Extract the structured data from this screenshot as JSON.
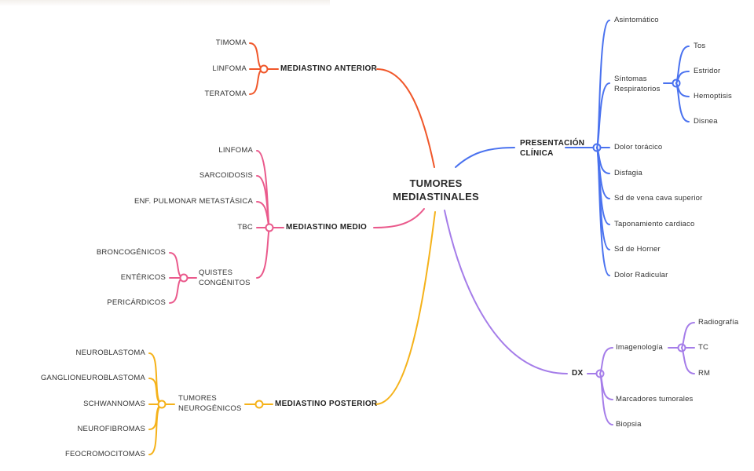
{
  "root": {
    "line1": "TUMORES",
    "line2": "MEDIASTINALES"
  },
  "colors": {
    "anterior": "#f0572a",
    "medio": "#ea5a8c",
    "posterior": "#f5b21a",
    "clinica": "#4a72ef",
    "dx": "#a57de9"
  },
  "anterior": {
    "label": "MEDIASTINO ANTERIOR",
    "items": [
      "TIMOMA",
      "LINFOMA",
      "TERATOMA"
    ]
  },
  "medio": {
    "label": "MEDIASTINO MEDIO",
    "items": [
      "LINFOMA",
      "SARCOIDOSIS",
      "ENF. PULMONAR METASTÁSICA",
      "TBC"
    ],
    "quistes": {
      "line1": "QUISTES",
      "line2": "CONGÉNITOS",
      "items": [
        "BRONCOGÉNICOS",
        "ENTÉRICOS",
        "PERICÁRDICOS"
      ]
    }
  },
  "posterior": {
    "label": "MEDIASTINO POSTERIOR",
    "neuro": {
      "line1": "TUMORES",
      "line2": "NEUROGÉNICOS",
      "items": [
        "NEUROBLASTOMA",
        "GANGLIONEUROBLASTOMA",
        "SCHWANNOMAS",
        "NEUROFIBROMAS",
        "FEOCROMOCITOMAS"
      ]
    }
  },
  "clinica": {
    "line1": "PRESENTACIÓN",
    "line2": "CLÍNICA",
    "items": [
      "Asintomático",
      "Dolor torácico",
      "Disfagia",
      "Sd de vena cava superior",
      "Taponamiento cardiaco",
      "Sd de Horner",
      "Dolor Radicular"
    ],
    "respiratorios": {
      "line1": "Síntomas",
      "line2": "Respiratorios",
      "items": [
        "Tos",
        "Estridor",
        "Hemoptisis",
        "Disnea"
      ]
    }
  },
  "dx": {
    "label": "DX",
    "items": [
      "Marcadores tumorales",
      "Biopsia"
    ],
    "imagen": {
      "label": "Imagenología",
      "items": [
        "Radiografía",
        "TC",
        "RM"
      ]
    }
  }
}
